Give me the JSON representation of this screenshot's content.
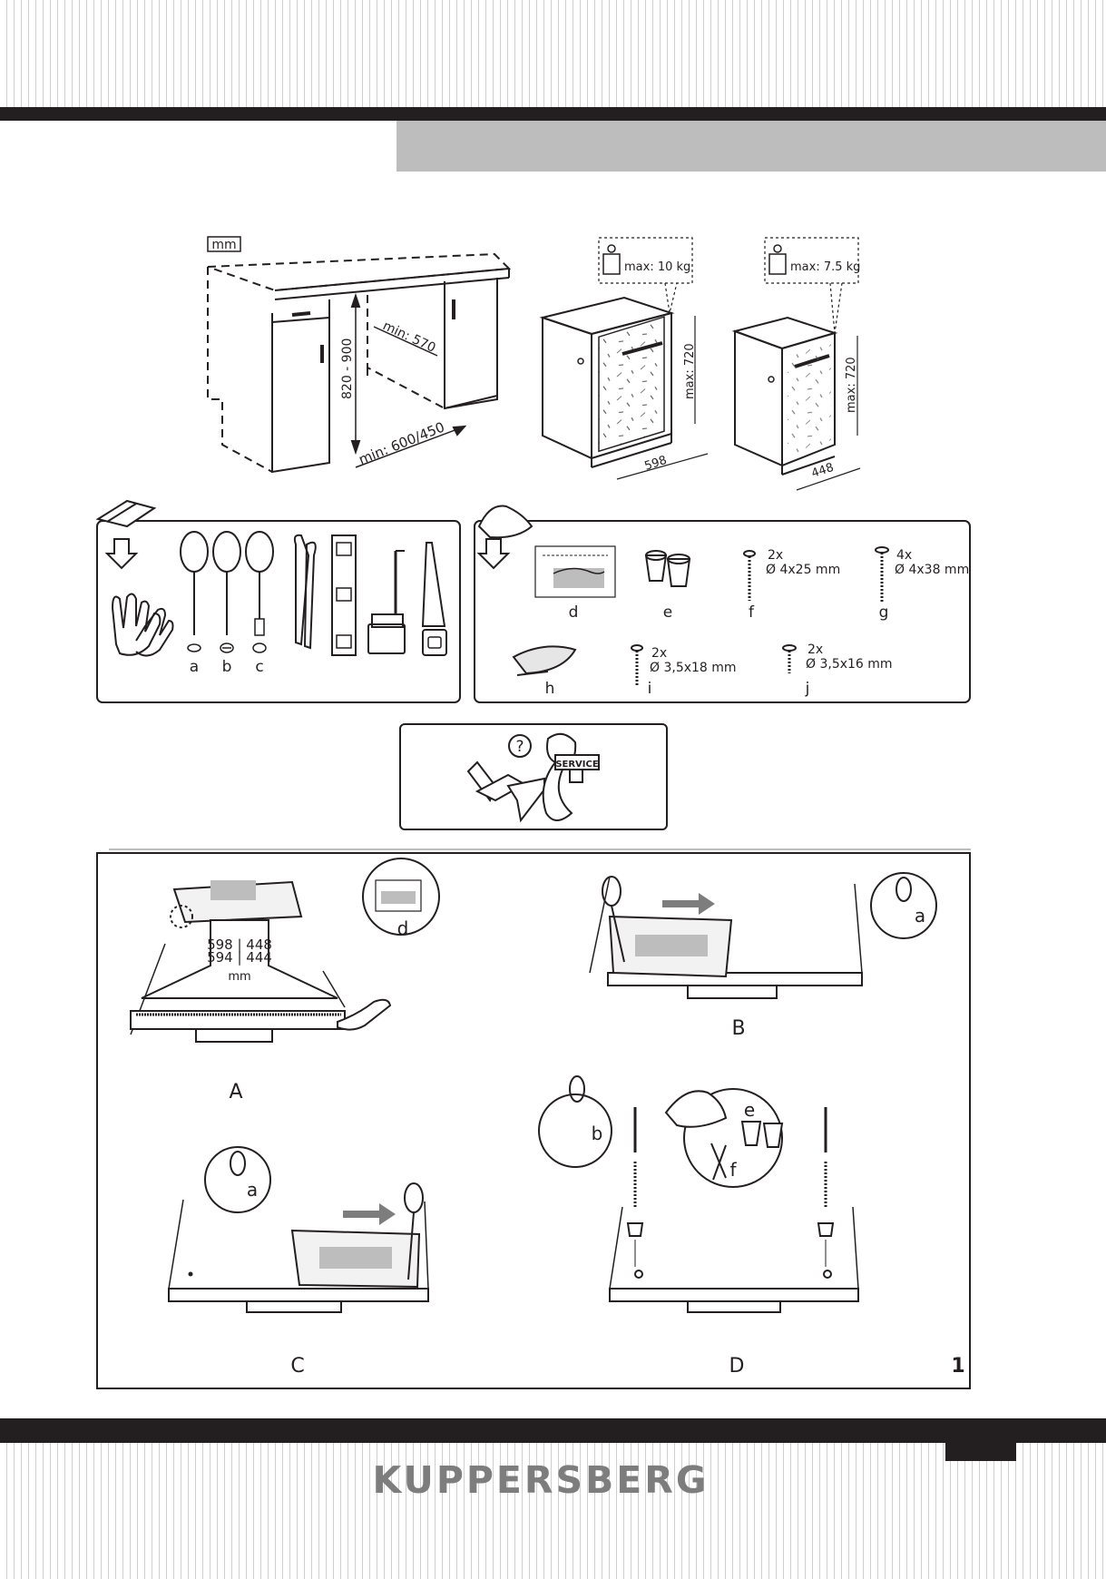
{
  "header": {
    "unit_label": "mm"
  },
  "cabinet": {
    "height_range": "820 - 900",
    "min_depth": "min: 570",
    "min_width": "min: 600/450"
  },
  "dishwashers": [
    {
      "weight": "max: 10 kg",
      "height": "max: 720",
      "width": "598"
    },
    {
      "weight": "max: 7.5 kg",
      "height": "max: 720",
      "width": "448"
    }
  ],
  "tools": {
    "labels": [
      "a",
      "b",
      "c"
    ]
  },
  "parts": [
    {
      "id": "d",
      "qty": "",
      "size": ""
    },
    {
      "id": "e",
      "qty": "",
      "size": ""
    },
    {
      "id": "f",
      "qty": "2x",
      "size": "Ø 4x25 mm"
    },
    {
      "id": "g",
      "qty": "4x",
      "size": "Ø 4x38 mm"
    },
    {
      "id": "h",
      "qty": "",
      "size": ""
    },
    {
      "id": "i",
      "qty": "2x",
      "size": "Ø 3,5x18 mm"
    },
    {
      "id": "j",
      "qty": "2x",
      "size": "Ø 3,5x16 mm"
    }
  ],
  "service": {
    "badge": "SERVICE",
    "help_symbol": "?"
  },
  "steps": {
    "a_label": "A",
    "b_label": "B",
    "c_label": "C",
    "d_label": "D",
    "template_top": "598 | 448",
    "template_bottom": "594 | 444",
    "template_unit": "mm",
    "ref_d": "d",
    "ref_a": "a",
    "ref_b": "b",
    "ref_e": "e",
    "ref_f": "f",
    "figure_number": "1"
  },
  "footer": {
    "brand": "KUPPERSBERG"
  }
}
